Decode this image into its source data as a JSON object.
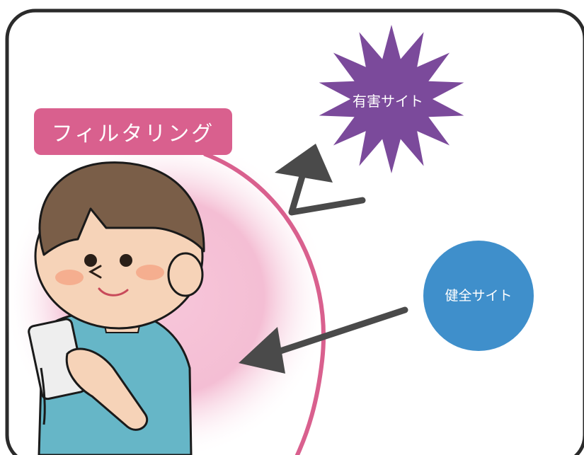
{
  "filter_label": "フィルタリング",
  "harmful_site": "有害サイト",
  "safe_site": "健全サイト",
  "colors": {
    "frame": "#2b2b2b",
    "filter_pink": "#d9608e",
    "filter_glow": "#f2b9cf",
    "harmful_purple": "#7b4a9b",
    "safe_blue": "#3f8fcb",
    "arrow": "#4a4a4a",
    "hair": "#7a5e48",
    "skin": "#f6d3b8",
    "shirt": "#66b6c7",
    "phone": "#eeeeee"
  },
  "icons": {
    "harmful": "starburst-icon",
    "safe": "circle-icon",
    "blocked_arrow": "deflected-arrow-icon",
    "allowed_arrow": "arrow-icon"
  }
}
